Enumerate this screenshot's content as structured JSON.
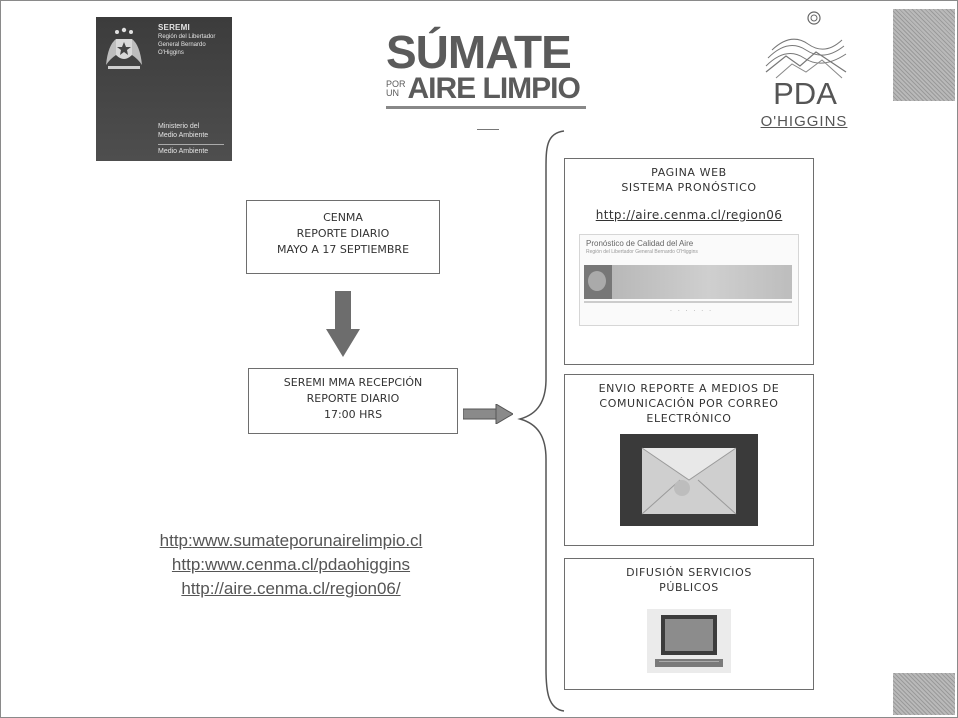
{
  "logos": {
    "seremi": {
      "title": "SEREMI",
      "region_lines": [
        "Región del Libertador",
        "General Bernardo",
        "O'Higgins"
      ],
      "ministry_lines": [
        "Ministerio del",
        "Medio Ambiente"
      ],
      "ministry_footer": "Medio Ambiente"
    },
    "sumate": {
      "line1": "SÚMATE",
      "por_un": [
        "POR",
        "UN"
      ],
      "line2": "AIRE LIMPIO"
    },
    "pda": {
      "title": "PDA",
      "subtitle": "O'HIGGINS"
    }
  },
  "flow": {
    "source_box": [
      "CENMA",
      "REPORTE DIARIO",
      "MAYO A 17 SEPTIEMBRE"
    ],
    "reception_box": [
      "SEREMI MMA RECEPCIÓN",
      "REPORTE DIARIO",
      "17:00 HRS"
    ]
  },
  "channels": [
    {
      "heading": [
        "PAGINA WEB",
        "SISTEMA PRONÓSTICO"
      ],
      "url": "http://aire.cenma.cl/region06",
      "thumbnail_title": "Pronóstico de Calidad del Aire",
      "thumbnail_subtitle": "Región del Libertador General Bernardo O'Higgins"
    },
    {
      "heading": [
        "ENVIO REPORTE A MEDIOS DE",
        "COMUNICACIÓN POR CORREO",
        "ELECTRÓNICO"
      ],
      "icon": "envelope-icon"
    },
    {
      "heading": [
        "DIFUSIÓN SERVICIOS",
        "PÚBLICOS"
      ],
      "icon": "computer-icon"
    }
  ],
  "links": [
    "http:www.sumateporunairelimpio.cl",
    "http:www.cenma.cl/pdaohiggins",
    "http://aire.cenma.cl/region06/"
  ],
  "colors": {
    "arrow": "#6d6d6d",
    "border": "#6e6e6e",
    "logo_dark": "#444444"
  }
}
